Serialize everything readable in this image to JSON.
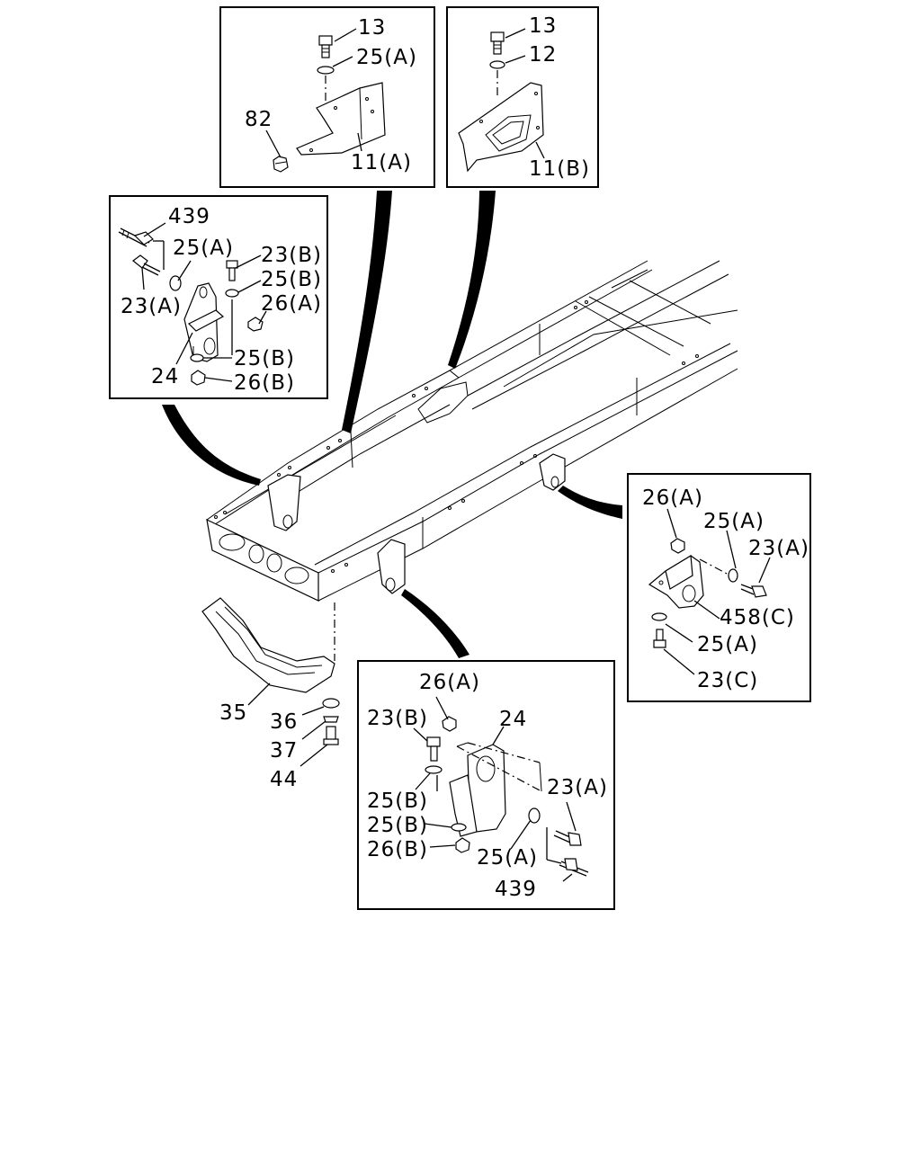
{
  "callouts": {
    "top_a": [
      "13",
      "25(A)",
      "82",
      "11(A)"
    ],
    "top_b": [
      "13",
      "12",
      "11(B)"
    ],
    "left": [
      "439",
      "25(A)",
      "23(B)",
      "25(B)",
      "23(A)",
      "26(A)",
      "25(B)",
      "24",
      "26(B)"
    ],
    "right": [
      "26(A)",
      "25(A)",
      "23(A)",
      "458(C)",
      "25(A)",
      "23(C)"
    ],
    "bracket": [
      "35",
      "36",
      "37",
      "44"
    ],
    "bottom": [
      "26(A)",
      "24",
      "23(B)",
      "23(A)",
      "25(B)",
      "25(B)",
      "26(B)",
      "25(A)",
      "439"
    ]
  }
}
